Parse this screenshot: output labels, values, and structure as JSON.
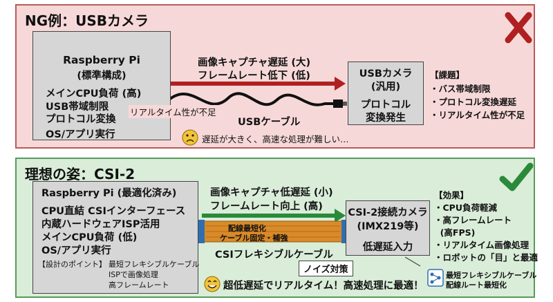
{
  "ng": {
    "title": "NG例：USBカメラ",
    "mark": "×",
    "pi": {
      "title": "Raspberry Pi",
      "subtitle": "(標準構成)",
      "lines": [
        "メインCPU負荷 (高)",
        "USB帯域制限",
        "プロトコル変換",
        "OS/アプリ実行"
      ]
    },
    "arrow": {
      "line1": "画像キャプチャ遅延 (大)",
      "line2": "フレームレート低下 (低)"
    },
    "realtime_note": "リアルタイム性が不足",
    "cable_label": "USBケーブル",
    "camera": {
      "title": "USBカメラ",
      "subtitle": "(汎用)",
      "line1": "プロトコル",
      "line2": "変換発生"
    },
    "issues": {
      "title": "【課題】",
      "items": [
        "・バス帯域制限",
        "・プロトコル変換遅延",
        "・リアルタイム性が不足"
      ]
    },
    "face_text": "遅延が大きく、高速な処理が難しい…"
  },
  "ok": {
    "title": "理想の姿：CSI-2",
    "mark": "✓",
    "pi": {
      "title": "Raspberry Pi (最適化済み)",
      "lines": [
        "CPU直結 CSIインターフェース",
        "内蔵ハードウェアISP活用",
        "メインCPU負荷 (低)",
        "OS/アプリ実行"
      ],
      "design_points_title": "【設計のポイント】",
      "design_points": [
        "最短フレキシブルケーブル",
        "ISPで画像処理",
        "高フレームレート"
      ]
    },
    "arrow": {
      "line1": "画像キャプチャ低遅延 (小)",
      "line2": "フレームレート向上 (高)"
    },
    "cable_inner": {
      "line1": "配線最短化",
      "line2": "ケーブル固定・補強"
    },
    "cable_label": "CSIフレキシブルケーブル",
    "noise_label": "ノイズ対策",
    "camera": {
      "title": "CSI-2接続カメラ",
      "subtitle": "(IMX219等)",
      "line1": "低遅延入力"
    },
    "effects": {
      "title": "【効果】",
      "items": [
        "・CPU負荷軽減",
        "・高フレームレート",
        "  (高FPS)",
        "・リアルタイム画像処理",
        "・ロボットの「目」と最適"
      ]
    },
    "callout": {
      "line1": "最短フレキシブルケーブル",
      "line2": "配線ルート最短化"
    },
    "face_text": "超低遅延でリアルタイム！高速処理に最適！"
  },
  "colors": {
    "ng_accent": "#b02020",
    "ok_accent": "#2a8a3a",
    "cable_orange": "#d98a2a",
    "cable_blue": "#2f6fb0"
  },
  "icons": [
    "cross-mark-icon",
    "check-mark-icon",
    "sad-face-icon",
    "smile-face-icon",
    "chip-icon",
    "flowchart-icon"
  ]
}
